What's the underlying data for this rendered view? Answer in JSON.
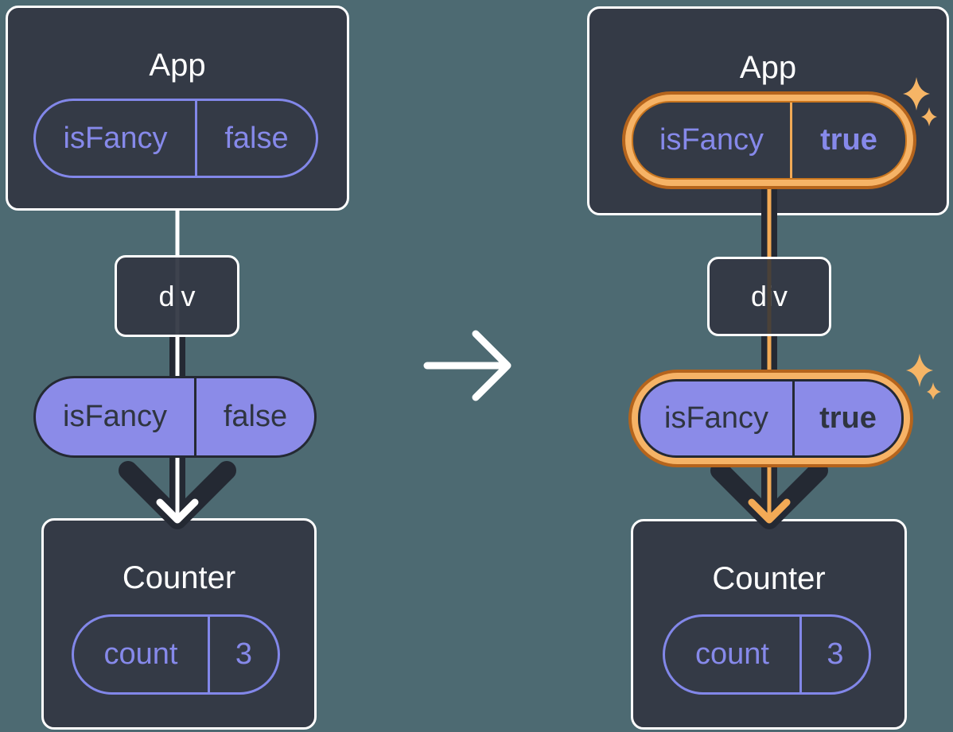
{
  "colors": {
    "background": "#4d6a72",
    "panel": "#343a46",
    "panel_border": "#ffffff",
    "purple_stroke": "#8287e9",
    "purple_fill": "#8b8be8",
    "purple_text": "#8689ea",
    "dark_text": "#2f3540",
    "arrow_dark": "#242933",
    "arrow_white": "#ffffff",
    "orange_band": "#f6b366",
    "orange_ring": "#b5641c",
    "orange_line": "#f2aa56"
  },
  "before": {
    "app": {
      "title": "App",
      "prop": {
        "name": "isFancy",
        "value": "false"
      }
    },
    "div": {
      "label": "div"
    },
    "passed_prop": {
      "name": "isFancy",
      "value": "false"
    },
    "counter": {
      "title": "Counter",
      "prop": {
        "name": "count",
        "value": "3"
      }
    }
  },
  "after": {
    "app": {
      "title": "App",
      "prop": {
        "name": "isFancy",
        "value": "true"
      }
    },
    "div": {
      "label": "div"
    },
    "passed_prop": {
      "name": "isFancy",
      "value": "true"
    },
    "counter": {
      "title": "Counter",
      "prop": {
        "name": "count",
        "value": "3"
      }
    }
  }
}
